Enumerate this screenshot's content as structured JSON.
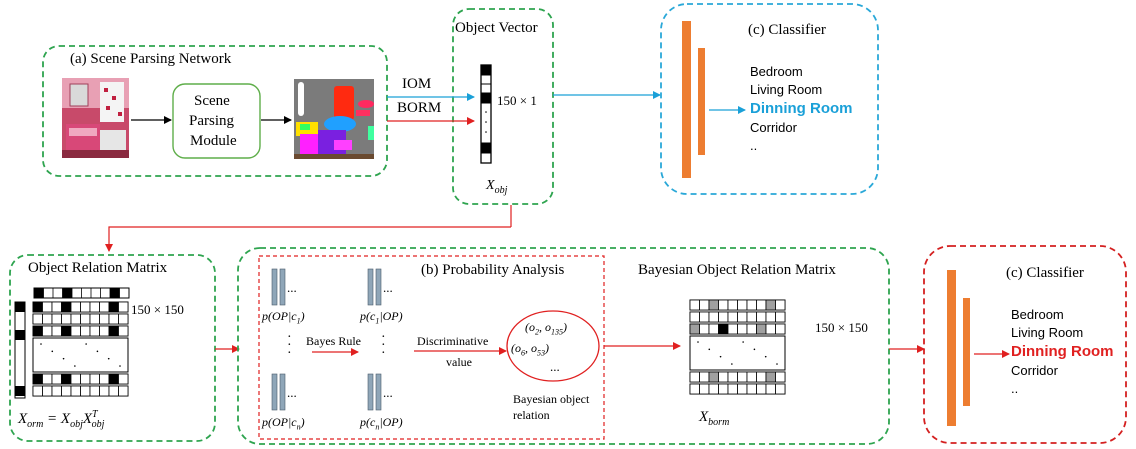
{
  "scene_parsing": {
    "title": "(a) Scene Parsing Network",
    "module_line1": "Scene",
    "module_line2": "Parsing",
    "module_line3": "Module"
  },
  "object_vector": {
    "title": "Object Vector",
    "dims": "150 × 1",
    "var_label": "X_obj"
  },
  "branches": {
    "iom": "IOM",
    "borm": "BORM"
  },
  "classifier_top": {
    "title": "(c) Classifier",
    "items": [
      "Bedroom",
      "Living Room",
      "Dinning Room",
      "Corridor",
      ".."
    ],
    "highlight_color": "#1aa0d8"
  },
  "orm": {
    "title": "Object Relation Matrix",
    "dims": "150 × 150",
    "formula": "X_orm = X_obj X_obj^T"
  },
  "probability": {
    "title": "(b) Probability Analysis",
    "p_oc1": "p(OP|c1)",
    "p_c1o": "p(c1|OP)",
    "p_ocn": "p(OP|cn)",
    "p_cno": "p(cn|OP)",
    "bayes_rule": "Bayes Rule",
    "discriminative": "Discriminative",
    "value": "value",
    "pair1": "(o2, o135)",
    "pair2": "(o6, o53)",
    "ellipsis": "...",
    "bayes_obj_line1": "Bayesian object",
    "bayes_obj_line2": "relation"
  },
  "borm": {
    "title": "Bayesian Object Relation Matrix",
    "dims": "150 × 150",
    "var_label": "X_borm"
  },
  "classifier_bottom": {
    "title": "(c) Classifier",
    "items": [
      "Bedroom",
      "Living Room",
      "Dinning Room",
      "Corridor",
      ".."
    ],
    "highlight_color": "#e02020"
  },
  "colors": {
    "green_dash": "#2ea44f",
    "blue_dash": "#2aa8d8",
    "red_dash": "#d42020",
    "bar_orange": "#ed7d31",
    "arrow_blue": "#1aa0d8",
    "arrow_red": "#e02020",
    "arrow_black": "#000000"
  }
}
